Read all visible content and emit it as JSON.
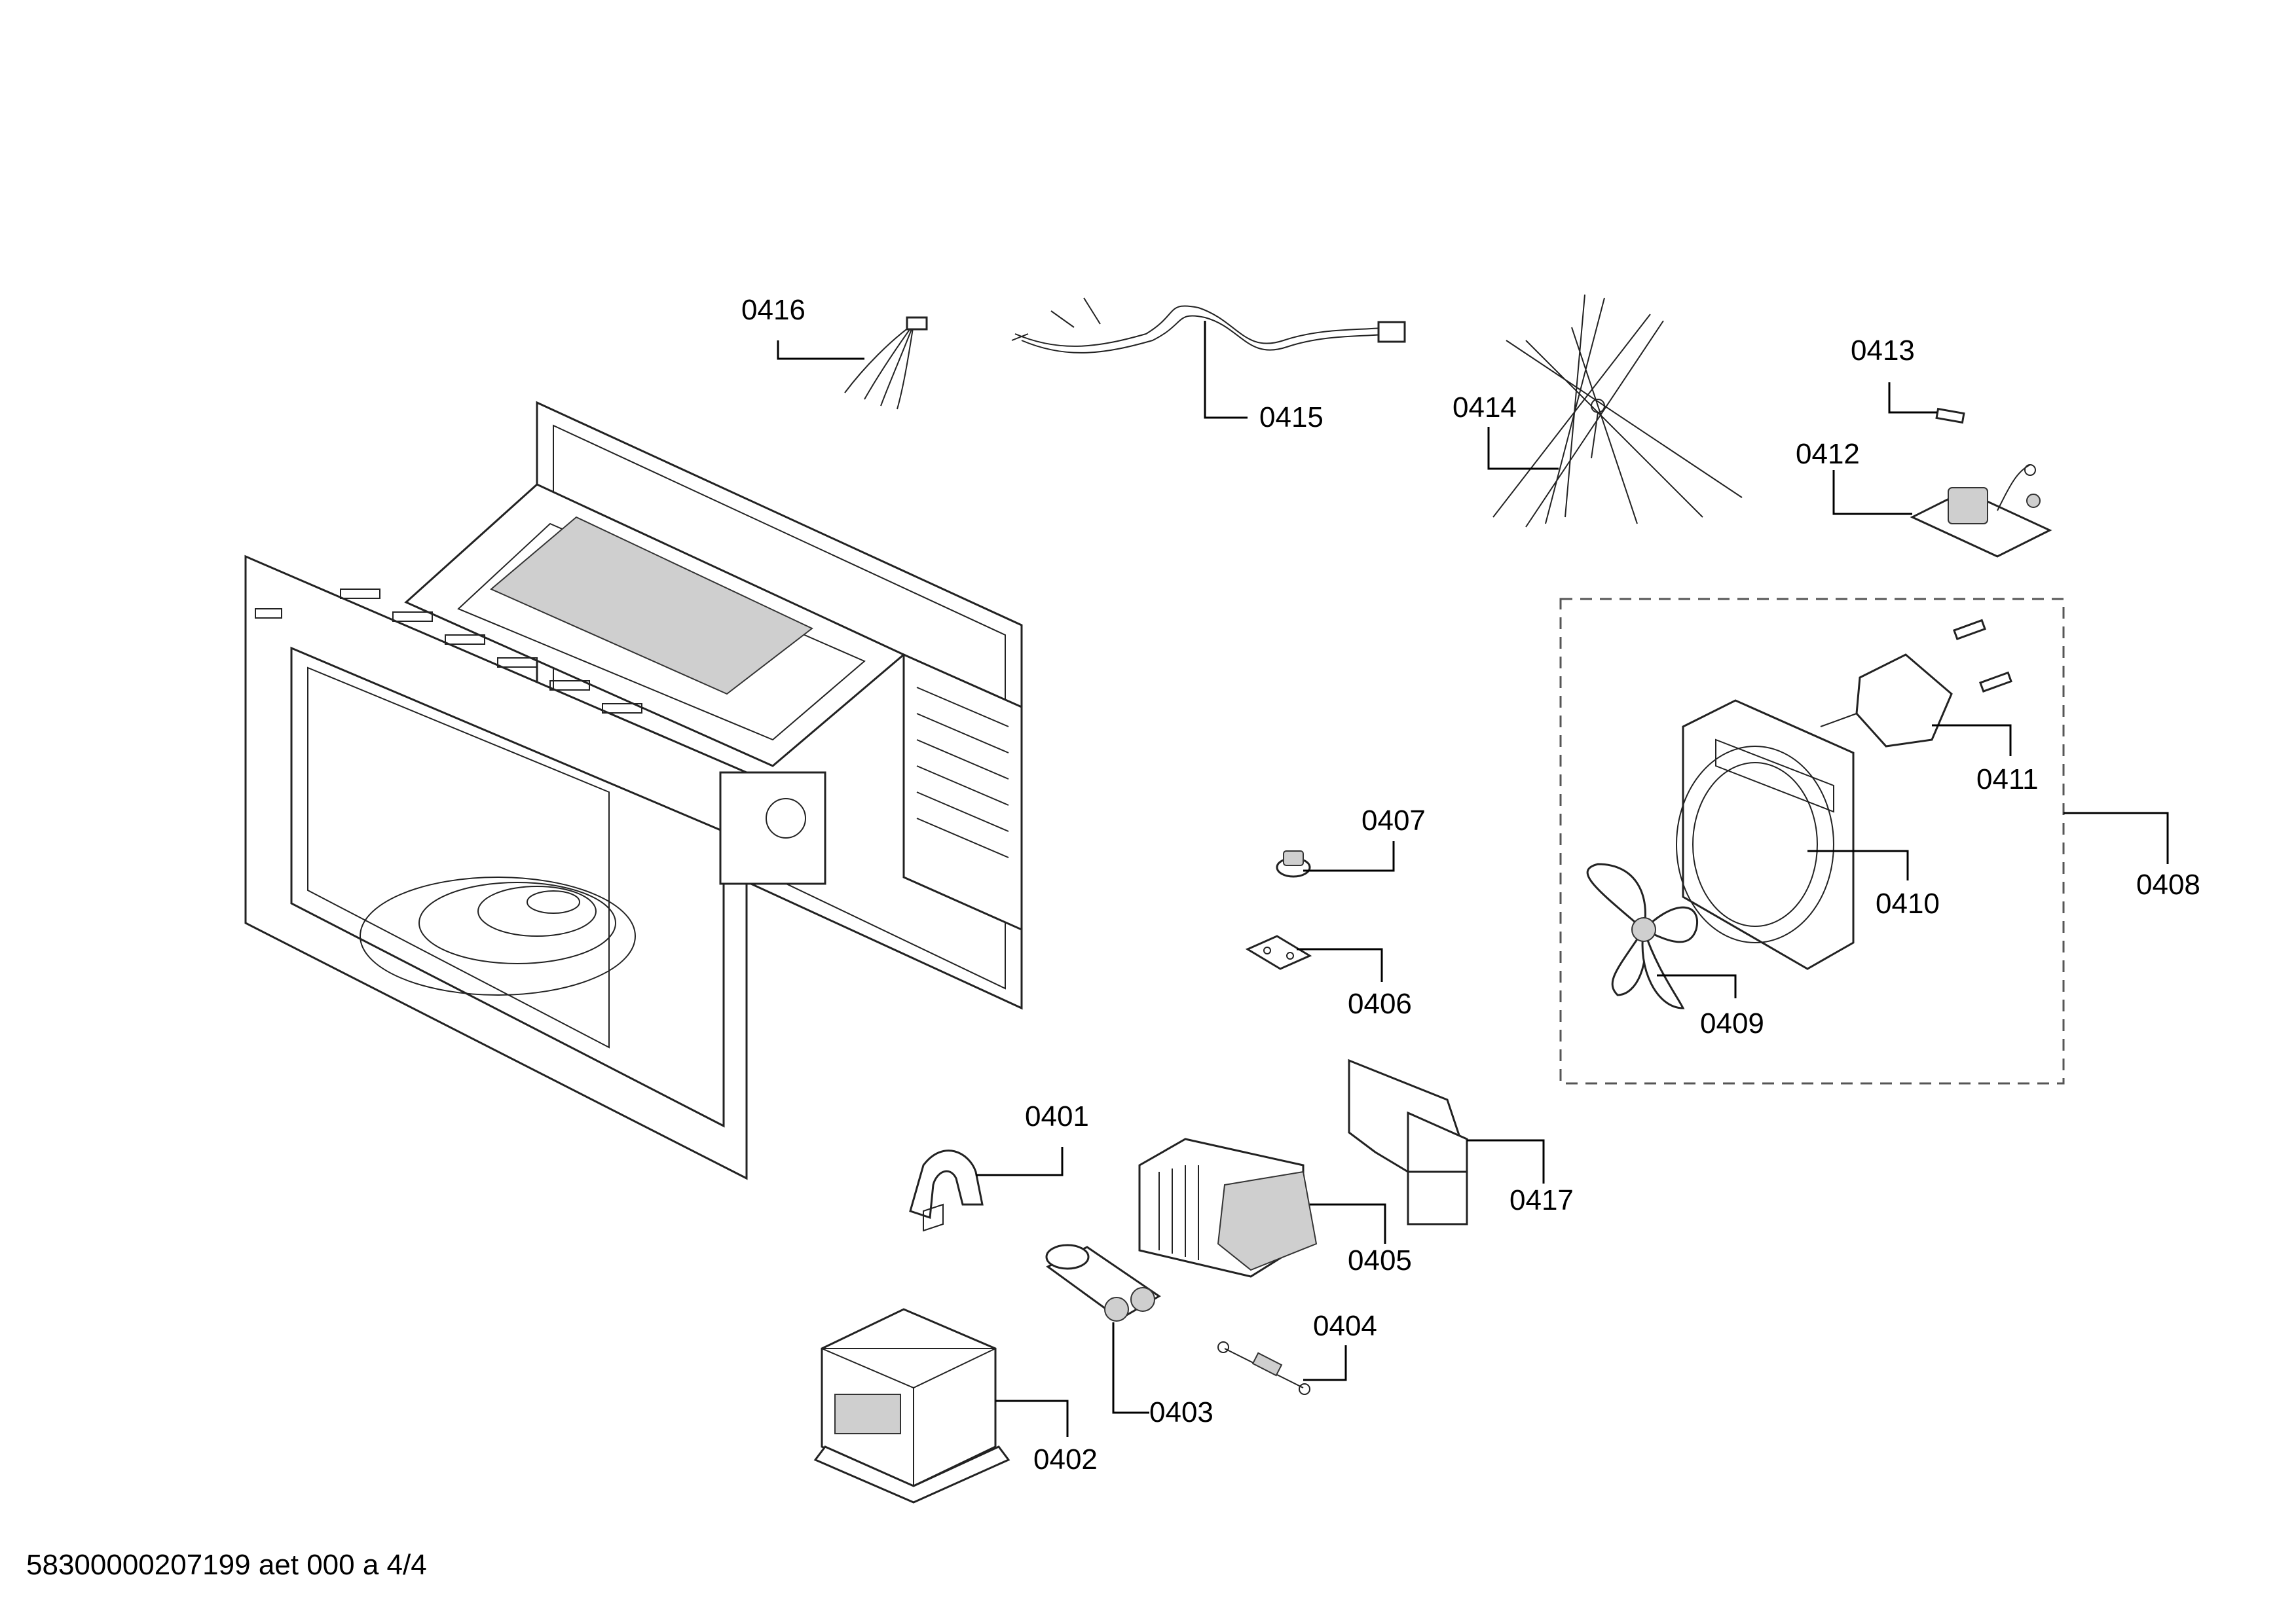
{
  "labels": {
    "p0401": "0401",
    "p0402": "0402",
    "p0403": "0403",
    "p0404": "0404",
    "p0405": "0405",
    "p0406": "0406",
    "p0407": "0407",
    "p0408": "0408",
    "p0409": "0409",
    "p0410": "0410",
    "p0411": "0411",
    "p0412": "0412",
    "p0413": "0413",
    "p0414": "0414",
    "p0415": "0415",
    "p0416": "0416",
    "p0417": "0417"
  },
  "footer": {
    "doc_id": "58300000207199 aet 000 a 4/4"
  }
}
